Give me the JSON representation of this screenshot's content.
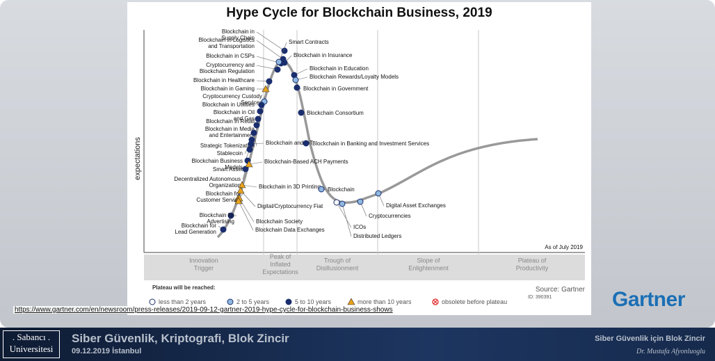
{
  "slide": {
    "url": "https://www.gartner.com/en/newsroom/press-releases/2019-09-12-gartner-2019-hype-cycle-for-blockchain-business-shows",
    "brand": "Gartner"
  },
  "footer": {
    "logo_line1": ". Sabancı .",
    "logo_line2": "Universitesi",
    "course_title": "Siber Güvenlik, Kriptografi, Blok Zincir",
    "date": "09.12.2019 İstanbul",
    "right_title": "Siber Güvenlik için Blok Zincir",
    "author": "Dr. Mustafa Afyonluoglu"
  },
  "chart_data": {
    "type": "hype-cycle",
    "title": "Hype Cycle for Blockchain Business, 2019",
    "ylabel": "expectations",
    "as_of": "As of July 2019",
    "source": "Source: Gartner",
    "id": "ID: 390391",
    "phases": [
      "Innovation Trigger",
      "Peak of Inflated Expectations",
      "Trough of Disillusionment",
      "Slope of Enlightenment",
      "Plateau of Productivity"
    ],
    "legend_title": "Plateau will be reached:",
    "legend": [
      {
        "key": "lt2",
        "label": "less than 2 years",
        "color": "#ffffff"
      },
      {
        "key": "2to5",
        "label": "2 to 5 years",
        "color": "#8fb8e0"
      },
      {
        "key": "5to10",
        "label": "5 to 10 years",
        "color": "#1a2e6e"
      },
      {
        "key": "gt10",
        "label": "more than 10 years",
        "color": "#e8a21c"
      },
      {
        "key": "obs",
        "label": "obsolete before plateau",
        "color": "#d22"
      }
    ],
    "colors": {
      "curve": "#999999",
      "dot_dark": "#1a2e6e",
      "dot_light": "#8fb8e0",
      "triangle": "#e8a21c",
      "phase_band": "#dcdcdc"
    },
    "technologies": [
      {
        "name": "Blockchain in Supply Chain",
        "cat": "5to10"
      },
      {
        "name": "Blockchain in Logistics and Transportation",
        "cat": "5to10"
      },
      {
        "name": "Blockchain in CSPs",
        "cat": "5to10"
      },
      {
        "name": "Cryptocurrency and Blockchain Regulation",
        "cat": "5to10"
      },
      {
        "name": "Blockchain in Healthcare",
        "cat": "5to10"
      },
      {
        "name": "Blockchain in Gaming",
        "cat": "gt10"
      },
      {
        "name": "Cryptocurrency Custody Services",
        "cat": "2to5"
      },
      {
        "name": "Blockchain in Utilities",
        "cat": "5to10"
      },
      {
        "name": "Blockchain in Oil and Gas",
        "cat": "5to10"
      },
      {
        "name": "Blockchain in Retail",
        "cat": "5to10"
      },
      {
        "name": "Blockchain in Media and Entertainment",
        "cat": "5to10"
      },
      {
        "name": "Strategic Tokenization",
        "cat": "5to10"
      },
      {
        "name": "Stablecoin",
        "cat": "5to10"
      },
      {
        "name": "Blockchain Business Models",
        "cat": "5to10"
      },
      {
        "name": "Smart Assets",
        "cat": "5to10"
      },
      {
        "name": "Decentralized Autonomous Organization",
        "cat": "5to10"
      },
      {
        "name": "Blockchain for Customer Service",
        "cat": "gt10"
      },
      {
        "name": "Blockchain for Advertising",
        "cat": "5to10"
      },
      {
        "name": "Blockchain for Lead Generation",
        "cat": "5to10"
      },
      {
        "name": "Blockchain and IoT",
        "cat": "5to10"
      },
      {
        "name": "Blockchain-Based ACH Payments",
        "cat": "gt10"
      },
      {
        "name": "Blockchain in 3D Printing",
        "cat": "gt10"
      },
      {
        "name": "Digital/Cryptocurrency Fiat",
        "cat": "gt10"
      },
      {
        "name": "Blockchain Society",
        "cat": "gt10"
      },
      {
        "name": "Blockchain Data Exchanges",
        "cat": "gt10"
      },
      {
        "name": "Smart Contracts",
        "cat": "2to5"
      },
      {
        "name": "Blockchain in Insurance",
        "cat": "5to10"
      },
      {
        "name": "Blockchain in Education",
        "cat": "5to10"
      },
      {
        "name": "Blockchain Rewards/Loyalty Models",
        "cat": "2to5"
      },
      {
        "name": "Blockchain in Government",
        "cat": "5to10"
      },
      {
        "name": "Blockchain Consortium",
        "cat": "5to10"
      },
      {
        "name": "Blockchain in Banking and Investment Services",
        "cat": "5to10"
      },
      {
        "name": "Blockchain",
        "cat": "2to5"
      },
      {
        "name": "ICOs",
        "cat": "lt2"
      },
      {
        "name": "Distributed Ledgers",
        "cat": "2to5"
      },
      {
        "name": "Cryptocurrencies",
        "cat": "2to5"
      },
      {
        "name": "Digital Asset Exchanges",
        "cat": "2to5"
      }
    ]
  }
}
